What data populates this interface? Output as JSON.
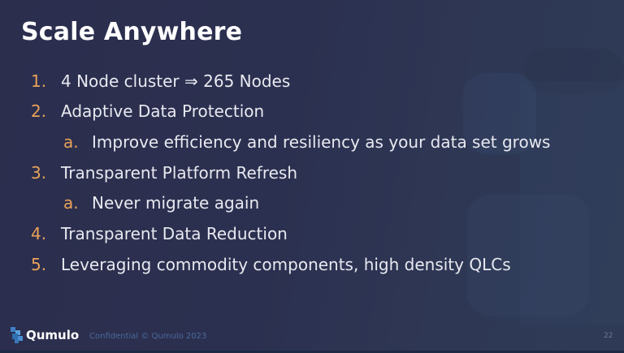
{
  "slide": {
    "title": "Scale Anywhere",
    "items": [
      {
        "marker": "1.",
        "text": "4 Node cluster ⇒ 265 Nodes"
      },
      {
        "marker": "2.",
        "text": "Adaptive Data Protection"
      },
      {
        "marker": "a.",
        "text": "Improve efficiency and resiliency as your data set grows"
      },
      {
        "marker": "3.",
        "text": "Transparent Platform Refresh"
      },
      {
        "marker": "a.",
        "text": "Never migrate again"
      },
      {
        "marker": "4.",
        "text": "Transparent Data Reduction"
      },
      {
        "marker": "5.",
        "text": "Leveraging commodity components, high density QLCs"
      }
    ],
    "accent_color": "#e9a25a"
  },
  "footer": {
    "brand": "Qumulo",
    "confidential": "Confidential © Qumulo 2023",
    "page_number": "22",
    "logo_icon": "qumulo-logo-icon"
  }
}
